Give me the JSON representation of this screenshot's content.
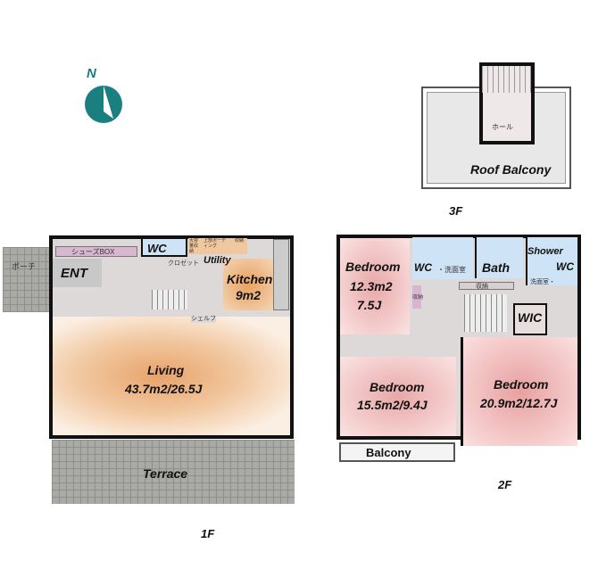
{
  "compass": {
    "label": "N",
    "color": "#1a7f7f"
  },
  "floor3": {
    "label": "3F",
    "hall": "ホール",
    "roof_balcony": "Roof Balcony"
  },
  "floor1": {
    "label": "1F",
    "porch": "ポーチ",
    "shoes_box": "シューズBOX",
    "ent": "ENT",
    "wc": "WC",
    "closet": "クロゼット",
    "storage_large": "大容量収納",
    "upper_pantry": "上部ボーディング",
    "storage2": "収納",
    "utility": "Utility",
    "kitchen": "Kitchen",
    "kitchen_area": "9m2",
    "shelf": "シェルフ",
    "living": "Living",
    "living_area": "43.7m2/26.5J",
    "terrace": "Terrace"
  },
  "floor2": {
    "label": "2F",
    "bedroom1": "Bedroom",
    "bedroom1_area": "12.3m2",
    "bedroom1_j": "7.5J",
    "wc1": "WC",
    "washroom1": "・洗面室",
    "bath": "Bath",
    "shower": "Shower",
    "wc2": "WC",
    "washroom2": "洗面室・",
    "storage_a": "収納",
    "storage_b": "収納",
    "wic": "WIC",
    "bedroom2": "Bedroom",
    "bedroom2_area": "15.5m2/9.4J",
    "bedroom3": "Bedroom",
    "bedroom3_area": "20.9m2/12.7J",
    "balcony": "Balcony"
  }
}
